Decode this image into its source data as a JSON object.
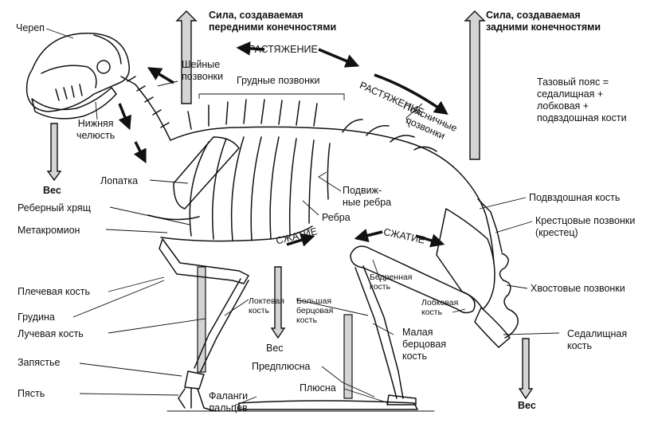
{
  "diagram": {
    "forces": {
      "front": "Сила, создаваемая\nпередними конечностями",
      "hind": "Сила, создаваемая\nзадними конечностями",
      "tension_1": "РАСТЯЖЕНИЕ",
      "tension_2": "РАСТЯЖЕНИЕ",
      "compression_1": "СЖАТИЕ",
      "compression_2": "СЖАТИЕ",
      "weight_head": "Вес",
      "weight_mid": "Вес",
      "weight_hind": "Вес"
    },
    "note": "Тазовый пояс =\nседалищная +\nлобковая +\nподвздошная кости",
    "labels": {
      "skull": "Череп",
      "mandible": "Нижняя\nчелюсть",
      "cervical": "Шейные\nпозвонки",
      "thoracic": "Грудные позвонки",
      "lumbar": "Поясничные\nпозвонки",
      "scapula": "Лопатка",
      "rib_cartilage": "Реберный хрящ",
      "metacromion": "Метакромион",
      "floating_ribs": "Подвиж-\nные ребра",
      "ribs": "Ребра",
      "ilium": "Подвздошная кость",
      "sacral": "Крестцовые позвонки\n(крестец)",
      "humerus": "Плечевая кость",
      "sternum": "Грудина",
      "radius": "Лучевая кость",
      "ulna": "Локтевая\nкость",
      "tibia": "Большая\nберцовая\nкость",
      "femur": "Бедренная\nкость",
      "fibula": "Малая\nберцовая\nкость",
      "pubis": "Лобковая\nкость",
      "caudal": "Хвостовые позвонки",
      "ischium": "Седалищная\nкость",
      "carpus": "Запястье",
      "metacarpus": "Пясть",
      "tarsus": "Предплюсна",
      "metatarsus": "Плюсна",
      "phalanges": "Фаланги\nпальцев"
    }
  }
}
